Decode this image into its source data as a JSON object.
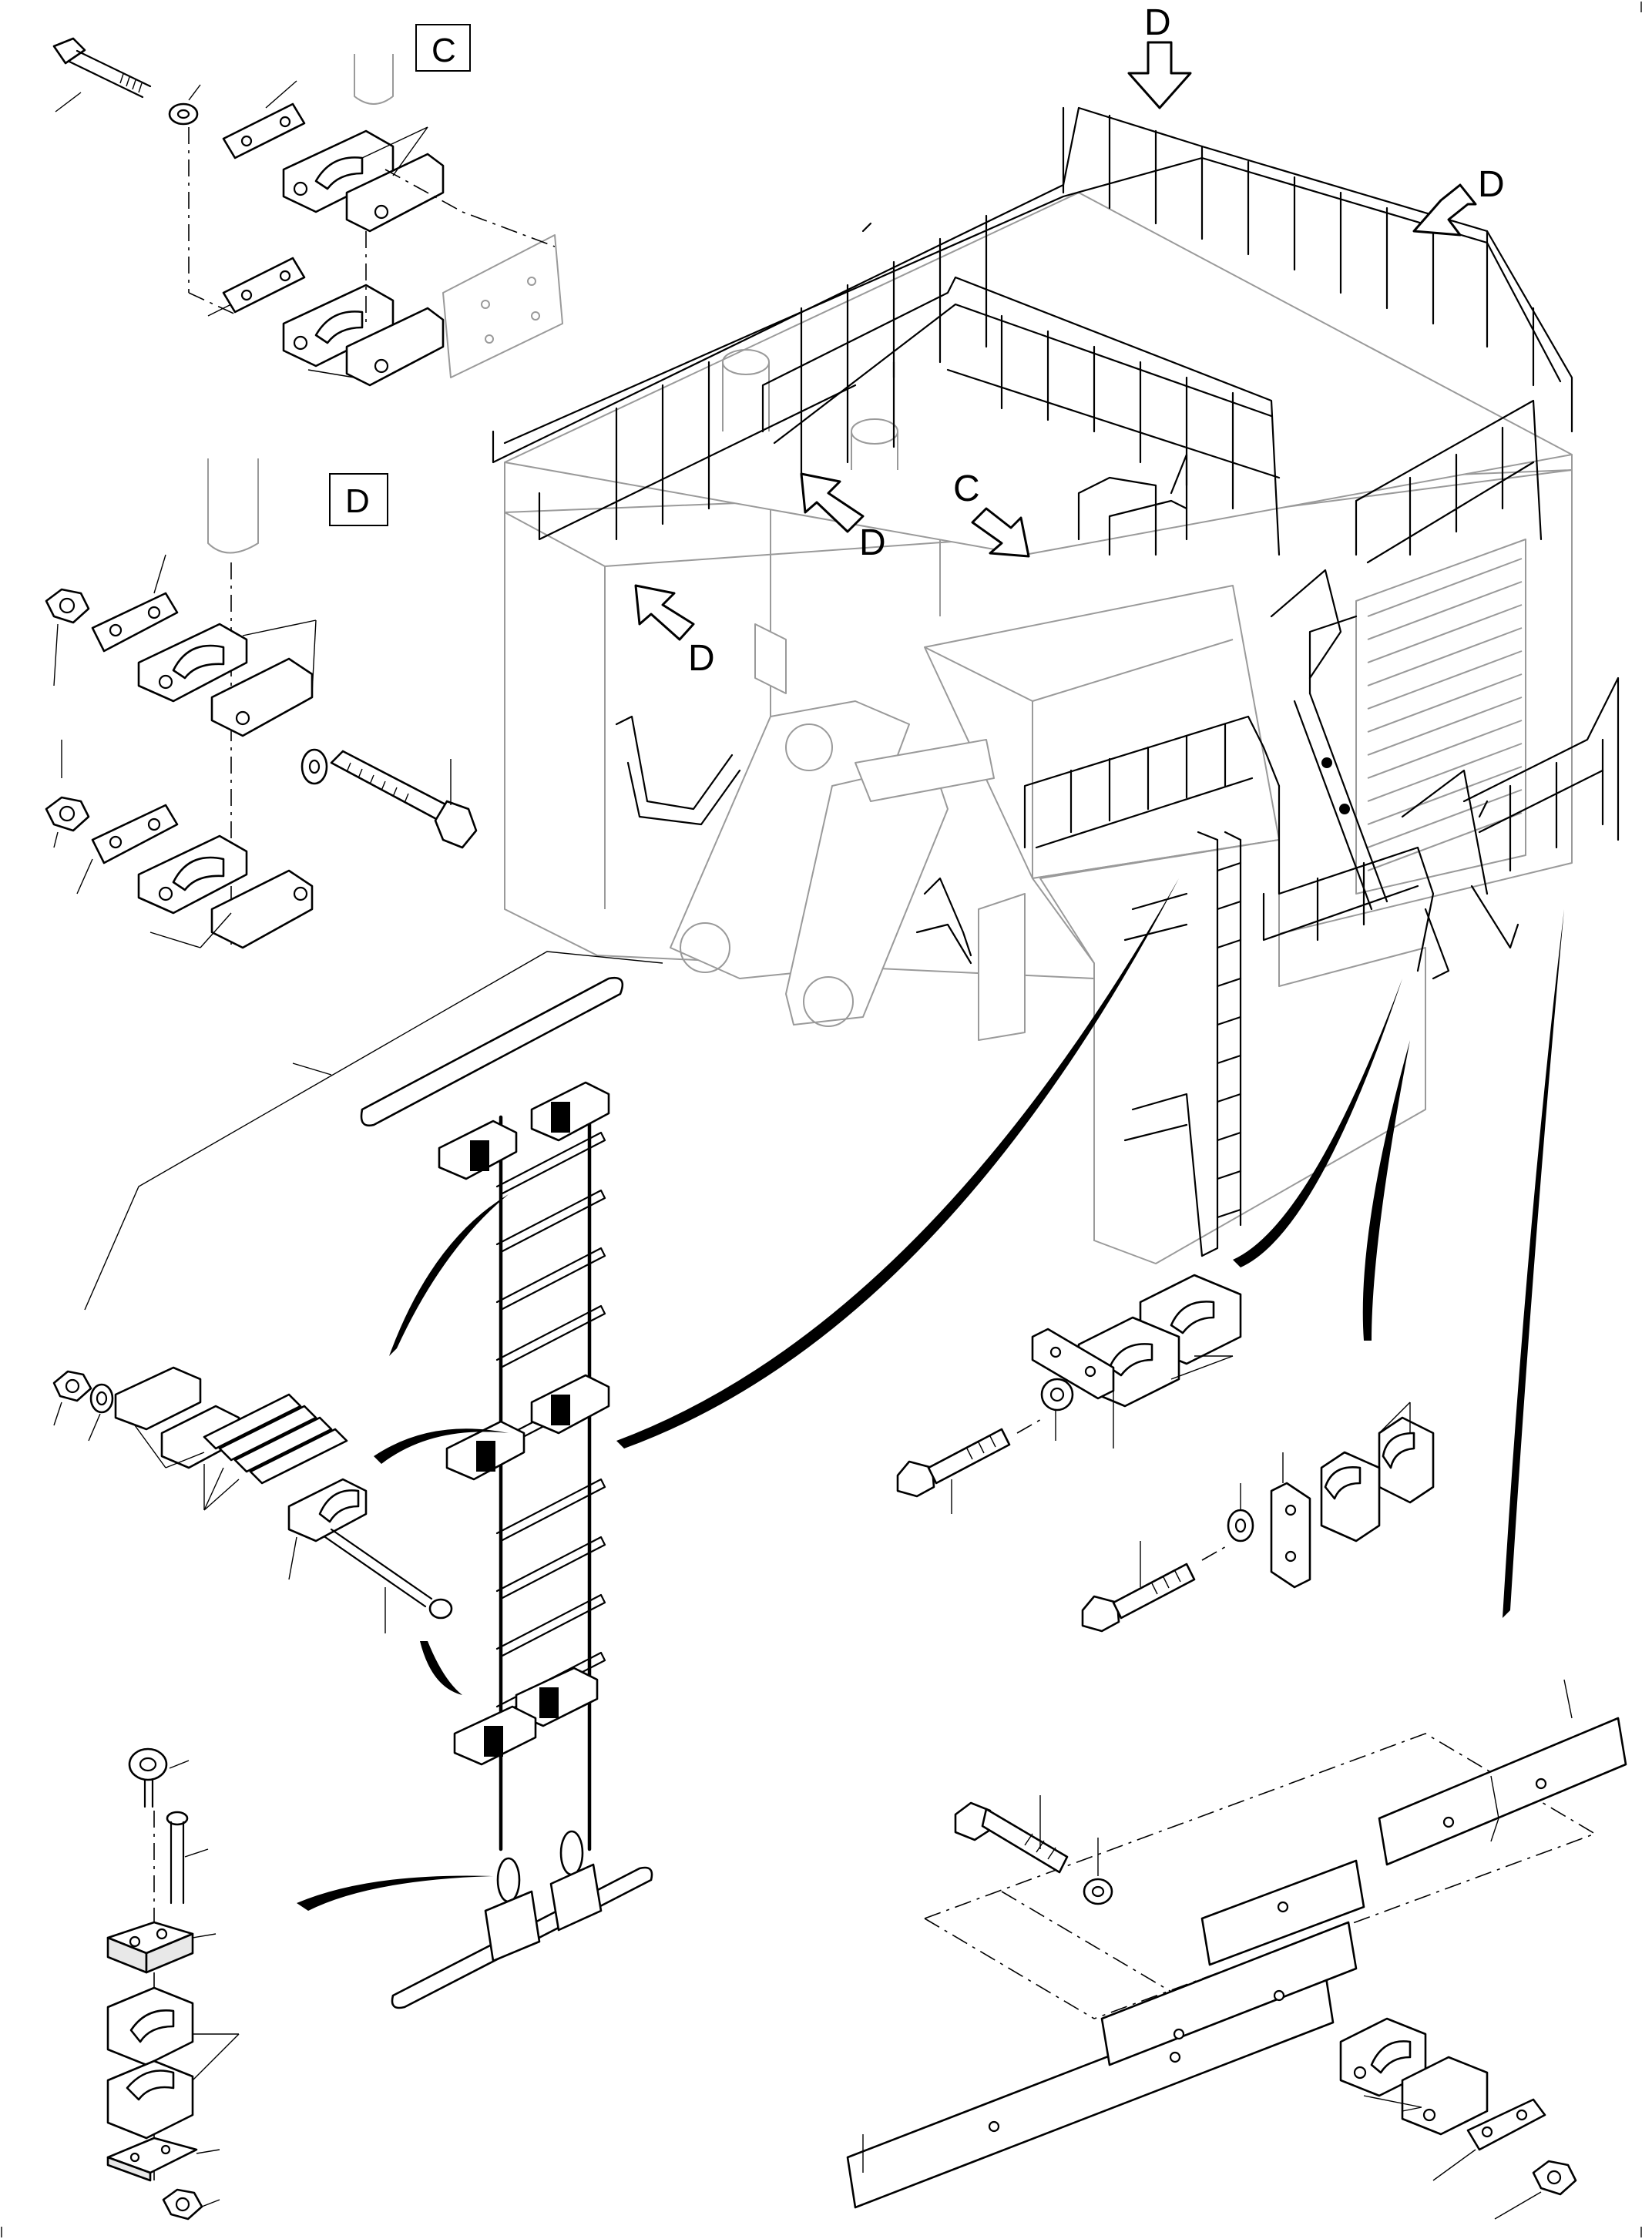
{
  "detail_boxes": {
    "c": "C",
    "d": "D"
  },
  "view_arrows": {
    "d_top": "D",
    "d_right": "D",
    "d_center": "D",
    "c_center": "C",
    "d_left": "D"
  }
}
